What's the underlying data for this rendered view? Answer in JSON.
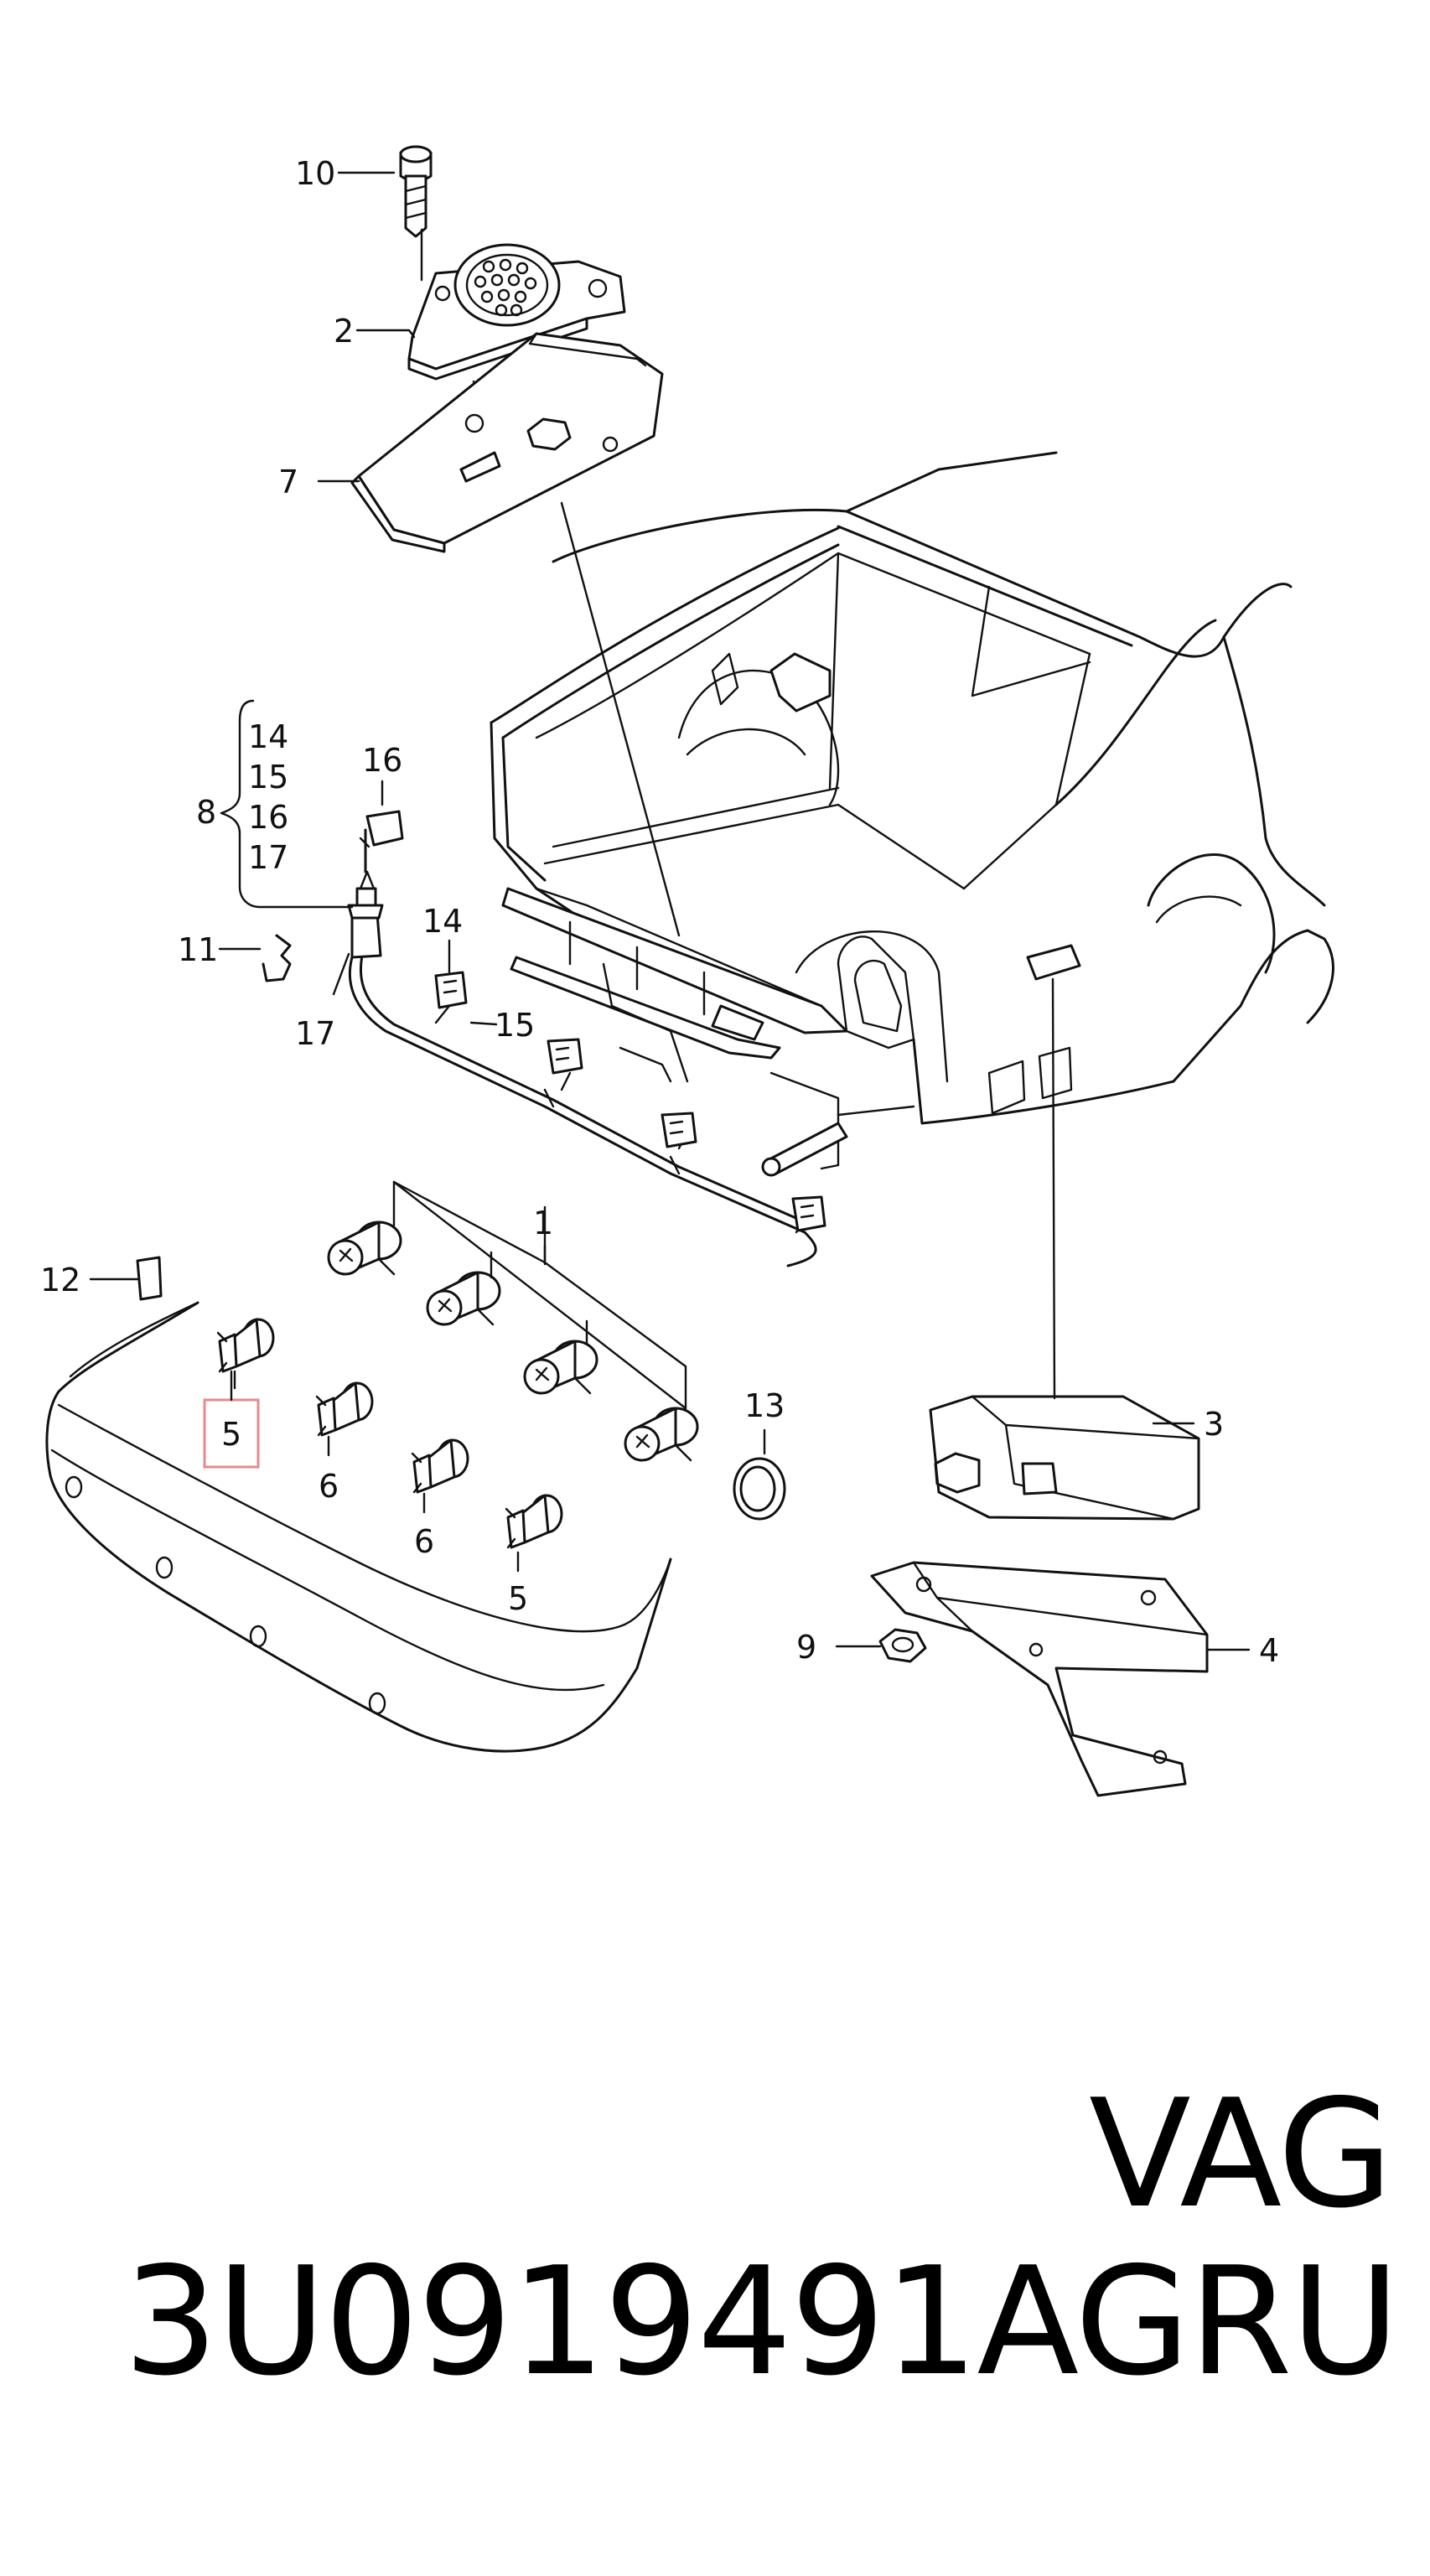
{
  "diagram": {
    "callouts": {
      "c10": "10",
      "c2": "2",
      "c7": "7",
      "c8": "8",
      "c14a": "14",
      "c15a": "15",
      "c16a": "16",
      "c17a": "17",
      "c16b": "16",
      "c11": "11",
      "c17b": "17",
      "c14b": "14",
      "c15b": "15",
      "c1": "1",
      "c12": "12",
      "c5a": "5",
      "c6a": "6",
      "c6b": "6",
      "c5b": "5",
      "c13": "13",
      "c3": "3",
      "c9": "9",
      "c4": "4"
    },
    "highlight_color": "#e8898c"
  },
  "caption": {
    "part_number": "3U0919491AGRU",
    "brand": "VAG"
  }
}
